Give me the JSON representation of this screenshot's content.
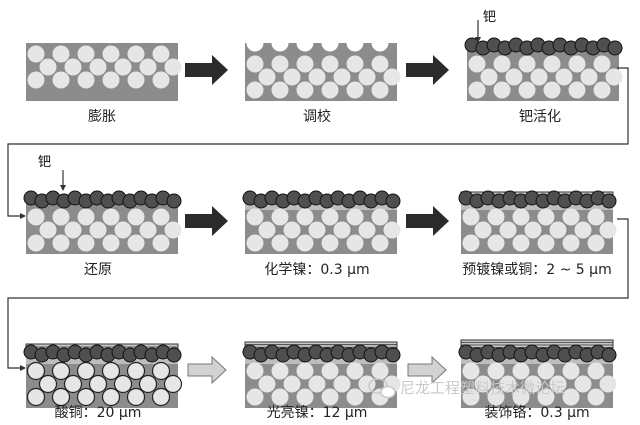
{
  "steps": [
    {
      "id": "expansion",
      "label": "膨胀"
    },
    {
      "id": "conditioning",
      "label": "调校"
    },
    {
      "id": "palladium-activation",
      "label": "钯活化",
      "callout": "钯"
    },
    {
      "id": "reduction",
      "label": "还原",
      "callout": "钯"
    },
    {
      "id": "chemical-nickel",
      "label": "化学镍：0.3 μm"
    },
    {
      "id": "strike",
      "label": "预镀镍或铜：2 ~ 5 μm"
    },
    {
      "id": "acid-copper",
      "label": "酸铜：20 μm"
    },
    {
      "id": "bright-nickel",
      "label": "光亮镍：12 μm"
    },
    {
      "id": "decorative-chrome",
      "label": "装饰铬：0.3 μm"
    }
  ],
  "watermark": "尼龙工程塑料技术微论坛",
  "colors": {
    "substrate": "#8c8c8c",
    "particle": "#e6e6e6",
    "palladium": "#4f4f4f",
    "layer_light": "#c8c8c8",
    "arrow_dark": "#2b2b2b",
    "arrow_light": "#d2d2d2"
  },
  "icons": {
    "watermark_logo": "wechat-icon"
  }
}
